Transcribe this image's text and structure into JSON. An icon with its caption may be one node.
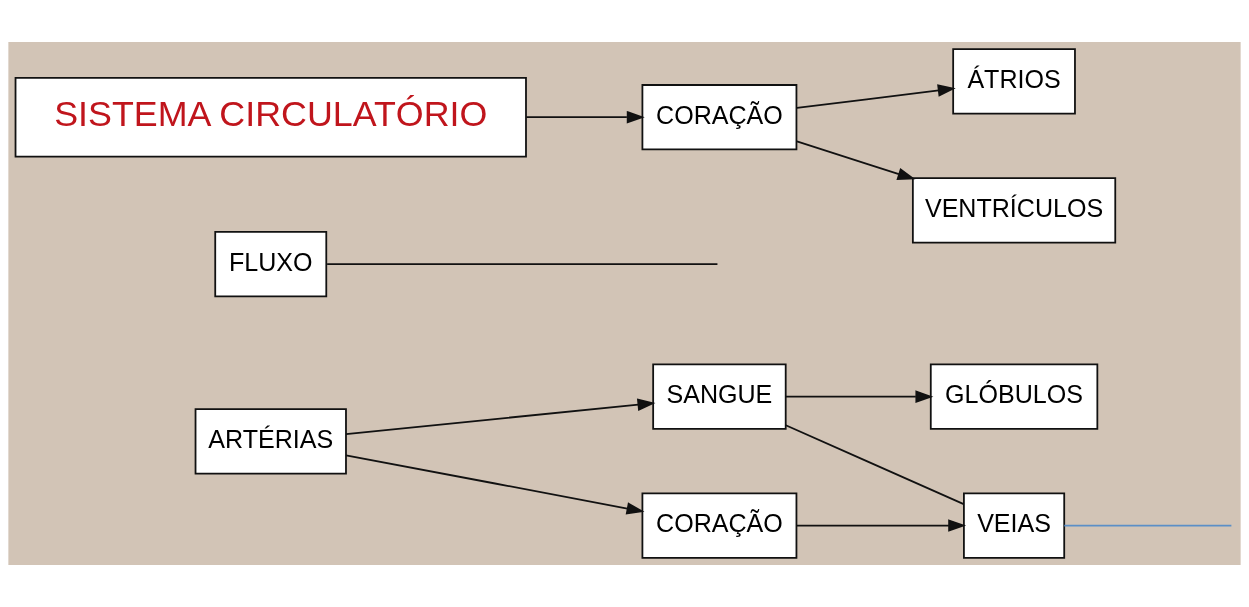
{
  "diagram": {
    "nodes": [
      {
        "text": [
          "GLÓBULOS"
        ]
      },
      {
        "text": [
          "FLUXO"
        ]
      },
      {
        "text": [
          "ÁTRIOS"
        ]
      },
      {
        "text": [
          "CORAÇÃO"
        ]
      },
      {
        "text": [
          "SISTEMA CIRCULATÓRIO"
        ]
      },
      {
        "text": [
          "VENTRÍCULOS"
        ]
      },
      {
        "text": [
          "SANGUE"
        ]
      },
      {
        "text": [
          "ARTÉRIAS"
        ]
      },
      {
        "text": [
          "VEIAS"
        ]
      },
      {
        "text": [
          "CORAÇÃO"
        ]
      }
    ],
    "edges": [
      {
        "from": 4,
        "to": 3,
        "arrow": "to"
      },
      {
        "from": 3,
        "to": 2,
        "arrow": "to"
      },
      {
        "from": 3,
        "to": 5,
        "arrow": "to"
      },
      {
        "from": 6,
        "to": 0,
        "arrow": "to"
      },
      {
        "from": 1,
        "to": null,
        "arrow": "none"
      },
      {
        "from": 7,
        "to": 6,
        "arrow": "to"
      },
      {
        "from": 6,
        "to": 8,
        "arrow": "none"
      },
      {
        "from": 8,
        "to": null,
        "arrow": "none",
        "color": "#5b8fc7"
      },
      {
        "from": 7,
        "to": 9,
        "arrow": "to"
      },
      {
        "from": 9,
        "to": 8,
        "arrow": "to"
      }
    ]
  }
}
